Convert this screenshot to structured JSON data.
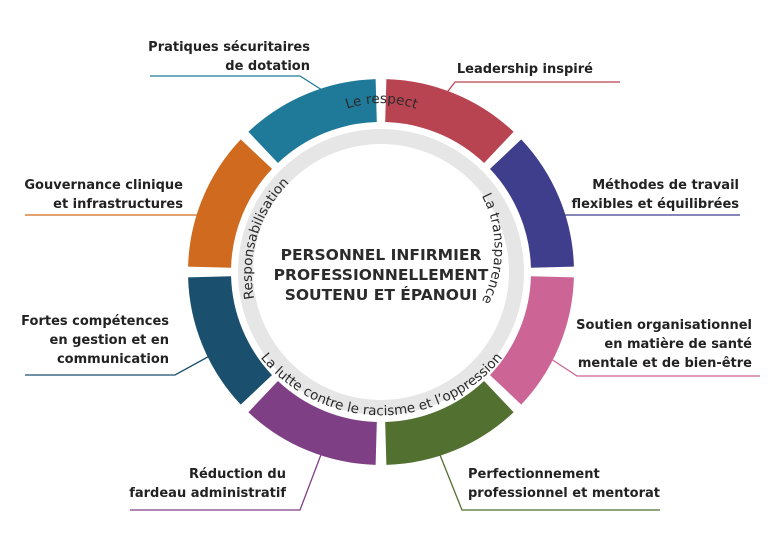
{
  "center": {
    "lines": [
      "PERSONNEL INFIRMIER",
      "PROFESSIONNELLEMENT",
      "SOUTENU ET ÉPANOUI"
    ]
  },
  "ring_labels": {
    "top": "Le respect",
    "right": "La transparence",
    "bottom": "La lutte contre le racisme et l’oppression",
    "left": "Responsabilisation"
  },
  "segments": [
    {
      "id": "leadership",
      "color": "#b84452",
      "lines": [
        "Leadership inspiré"
      ]
    },
    {
      "id": "methodes",
      "color": "#3f3e8d",
      "lines": [
        "Méthodes de travail",
        "flexibles et équilibrées"
      ]
    },
    {
      "id": "soutien",
      "color": "#cc6595",
      "lines": [
        "Soutien organisationnel",
        "en matière de santé",
        "mentale et de bien-être"
      ]
    },
    {
      "id": "perfectionnement",
      "color": "#52702f",
      "lines": [
        "Perfectionnement",
        "professionnel et mentorat"
      ]
    },
    {
      "id": "reduction",
      "color": "#7f3f85",
      "lines": [
        "Réduction du",
        "fardeau administratif"
      ]
    },
    {
      "id": "competences",
      "color": "#1b4f6e",
      "lines": [
        "Fortes compétences",
        "en gestion et en",
        "communication"
      ]
    },
    {
      "id": "gouvernance",
      "color": "#d06a1f",
      "lines": [
        "Gouvernance clinique",
        "et infrastructures"
      ]
    },
    {
      "id": "pratiques",
      "color": "#1f7a99",
      "lines": [
        "Pratiques sécuritaires",
        "de dotation"
      ]
    }
  ],
  "colors": {
    "inner_ring": "#e6e6e6",
    "text": "#222222"
  }
}
